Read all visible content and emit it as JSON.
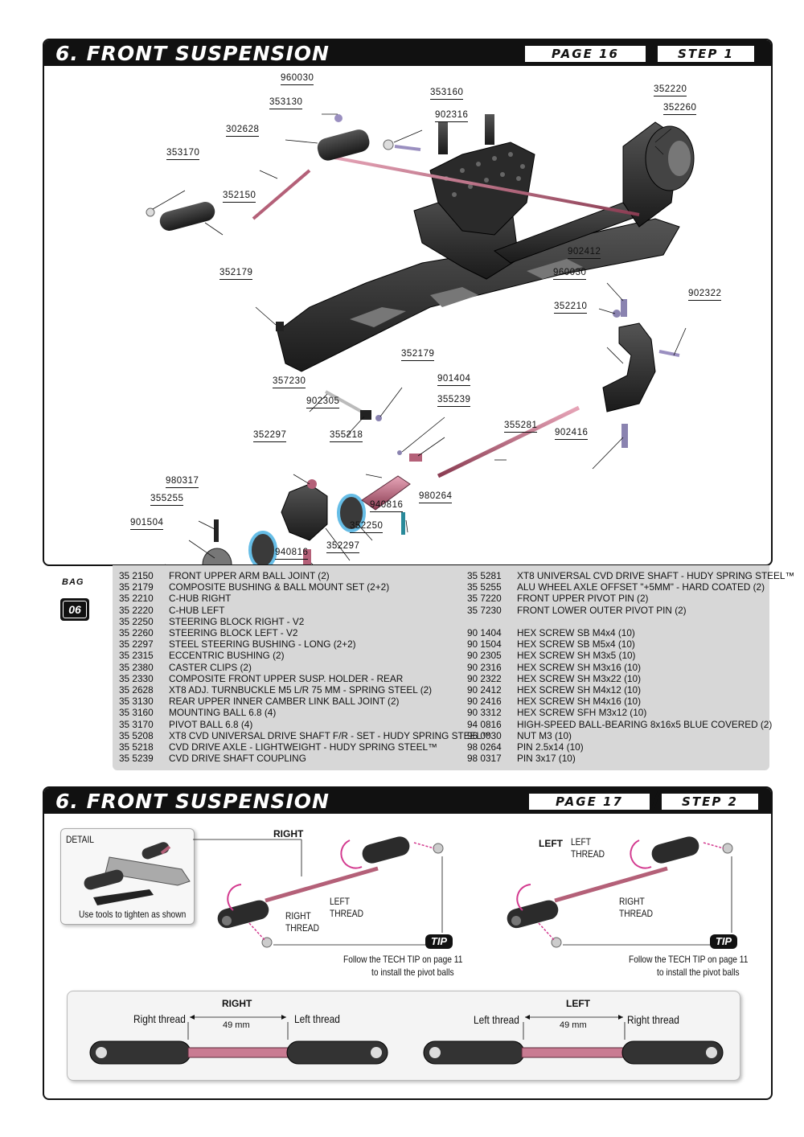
{
  "step1": {
    "title": "6. FRONT SUSPENSION",
    "page": "PAGE 16",
    "step": "STEP 1",
    "labels": [
      "960030",
      "353160",
      "352220",
      "353130",
      "902316",
      "352260",
      "302628",
      "353170",
      "352150",
      "902412",
      "352179",
      "960030",
      "902322",
      "352210",
      "352179",
      "357230",
      "901404",
      "902305",
      "355239",
      "355281",
      "902416",
      "352297",
      "355218",
      "980317",
      "980264",
      "355255",
      "940816",
      "352250",
      "901504",
      "940816",
      "352297"
    ]
  },
  "bag": {
    "label": "BAG",
    "number": "06"
  },
  "parts_left": [
    [
      "35 2150",
      "FRONT UPPER ARM BALL JOINT (2)"
    ],
    [
      "35 2179",
      "COMPOSITE BUSHING & BALL MOUNT SET (2+2)"
    ],
    [
      "35 2210",
      "C-HUB RIGHT"
    ],
    [
      "35 2220",
      "C-HUB LEFT"
    ],
    [
      "35 2250",
      "STEERING BLOCK RIGHT - V2"
    ],
    [
      "35 2260",
      "STEERING BLOCK LEFT - V2"
    ],
    [
      "35 2297",
      "STEEL STEERING BUSHING - LONG (2+2)"
    ],
    [
      "35 2315",
      "ECCENTRIC BUSHING (2)"
    ],
    [
      "35 2380",
      "CASTER CLIPS (2)"
    ],
    [
      "35 2330",
      "COMPOSITE FRONT UPPER SUSP. HOLDER - REAR"
    ],
    [
      "35 2628",
      "XT8 ADJ. TURNBUCKLE M5 L/R 75 MM  - SPRING STEEL (2)"
    ],
    [
      "35 3130",
      "REAR UPPER INNER CAMBER LINK BALL JOINT (2)"
    ],
    [
      "35 3160",
      "MOUNTING BALL 6.8 (4)"
    ],
    [
      "35 3170",
      "PIVOT BALL 6.8 (4)"
    ],
    [
      "35 5208",
      "XT8 CVD UNIVERSAL DRIVE SHAFT F/R - SET - HUDY SPRING STEEL™"
    ],
    [
      "35 5218",
      "CVD DRIVE AXLE - LIGHTWEIGHT - HUDY SPRING STEEL™"
    ],
    [
      "35 5239",
      "CVD DRIVE SHAFT COUPLING"
    ]
  ],
  "parts_right": [
    [
      "35 5281",
      "XT8 UNIVERSAL CVD DRIVE SHAFT - HUDY SPRING STEEL™"
    ],
    [
      "35 5255",
      "ALU WHEEL AXLE OFFSET \"+5MM\" - HARD COATED (2)"
    ],
    [
      "35 7220",
      "FRONT UPPER PIVOT PIN (2)"
    ],
    [
      "35 7230",
      "FRONT LOWER OUTER PIVOT PIN (2)"
    ],
    [
      "",
      ""
    ],
    [
      "90 1404",
      "HEX SCREW  SB M4x4  (10)"
    ],
    [
      "90 1504",
      "HEX SCREW  SB M5x4  (10)"
    ],
    [
      "90 2305",
      "HEX SCREW  SH M3x5  (10)"
    ],
    [
      "90 2316",
      "HEX SCREW  SH M3x16  (10)"
    ],
    [
      "90 2322",
      "HEX SCREW  SH M3x22  (10)"
    ],
    [
      "90 2412",
      "HEX SCREW  SH M4x12  (10)"
    ],
    [
      "90 2416",
      "HEX SCREW  SH M4x16  (10)"
    ],
    [
      "90 3312",
      "HEX SCREW  SFH M3x12  (10)"
    ],
    [
      "94 0816",
      "HIGH-SPEED BALL-BEARING 8x16x5 BLUE COVERED (2)"
    ],
    [
      "96 0030",
      "NUT M3  (10)"
    ],
    [
      "98 0264",
      "PIN 2.5x14  (10)"
    ],
    [
      "98 0317",
      "PIN 3x17  (10)"
    ]
  ],
  "step2": {
    "title": "6. FRONT SUSPENSION",
    "page": "PAGE 17",
    "step": "STEP 2",
    "detail_label": "DETAIL",
    "detail_caption": "Use tools to tighten as shown",
    "right_label": "RIGHT",
    "left_label": "LEFT",
    "left_thread": "LEFT THREAD",
    "right_thread": "RIGHT THREAD",
    "tip": "TIP",
    "tip_note_1": "Follow the TECH TIP on page 11",
    "tip_note_2": "to install the pivot balls",
    "right_thread_sc": "Right thread",
    "left_thread_sc": "Left thread",
    "length": "49 mm"
  }
}
